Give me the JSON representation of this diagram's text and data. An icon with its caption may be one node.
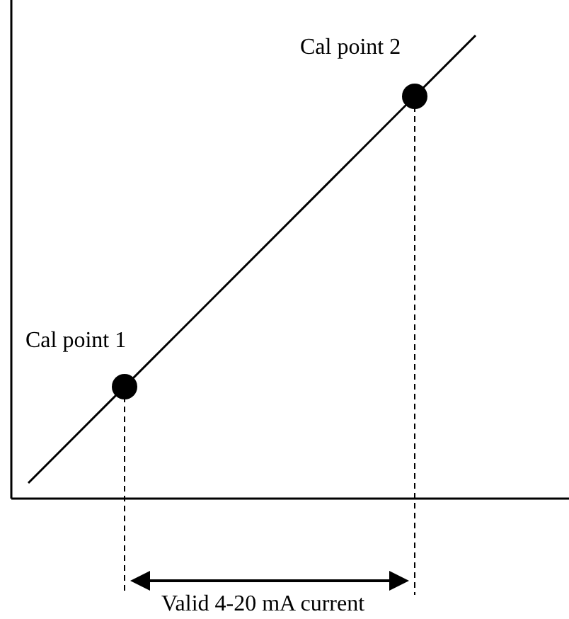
{
  "diagram": {
    "nodes": [
      {
        "text": [],
        "shape": "circle",
        "beside": [
          "Cal point 2"
        ]
      },
      {
        "text": [],
        "shape": "circle",
        "beside": [
          "Cal point 1"
        ]
      }
    ],
    "labels": [
      "Valid 4-20 mA current"
    ]
  }
}
